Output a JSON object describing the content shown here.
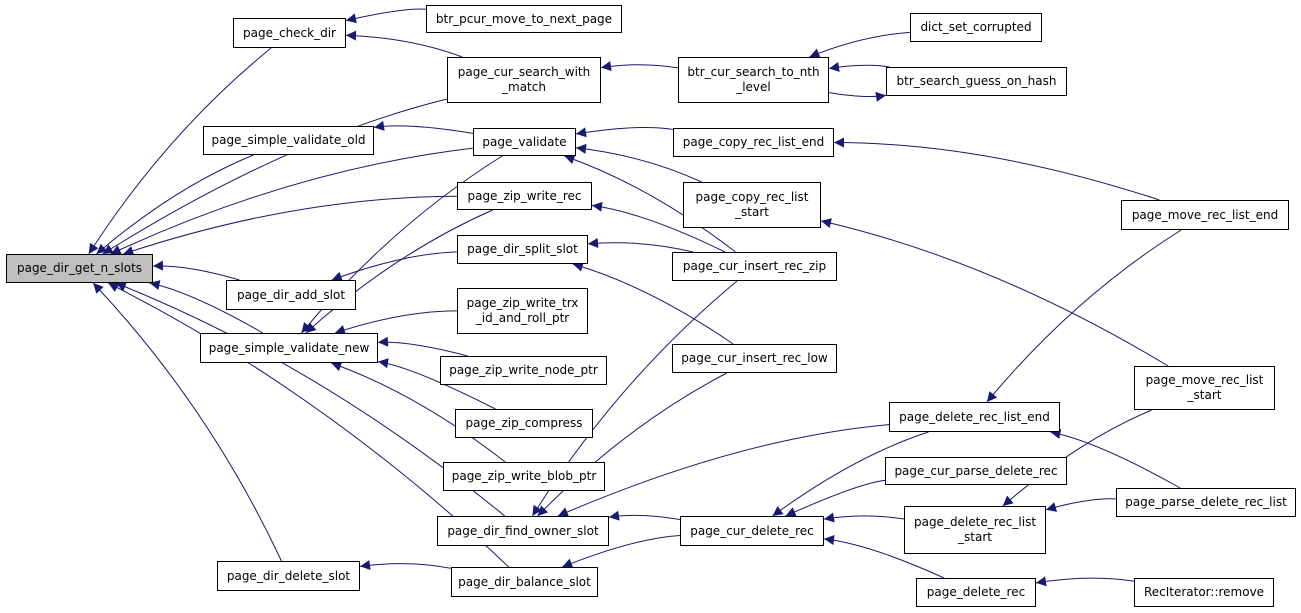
{
  "graph": {
    "root": "n0",
    "colors": {
      "edge": "#191970",
      "root_fill": "#bfbfbf",
      "node_fill": "#ffffff",
      "border": "#000000"
    },
    "nodes": [
      {
        "id": "n0",
        "lines": [
          "page_dir_get_n_slots"
        ]
      },
      {
        "id": "n1",
        "lines": [
          "page_check_dir"
        ]
      },
      {
        "id": "n2",
        "lines": [
          "btr_pcur_move_to_next_page"
        ]
      },
      {
        "id": "n3",
        "lines": [
          "page_cur_search_with",
          "_match"
        ]
      },
      {
        "id": "n4",
        "lines": [
          "btr_cur_search_to_nth",
          "_level"
        ]
      },
      {
        "id": "n5",
        "lines": [
          "dict_set_corrupted"
        ]
      },
      {
        "id": "n6",
        "lines": [
          "btr_search_guess_on_hash"
        ]
      },
      {
        "id": "n7",
        "lines": [
          "page_simple_validate_old"
        ]
      },
      {
        "id": "n8",
        "lines": [
          "page_validate"
        ]
      },
      {
        "id": "n9",
        "lines": [
          "page_copy_rec_list_end"
        ]
      },
      {
        "id": "n10",
        "lines": [
          "page_zip_write_rec"
        ]
      },
      {
        "id": "n11",
        "lines": [
          "page_copy_rec_list",
          "_start"
        ]
      },
      {
        "id": "n12",
        "lines": [
          "page_move_rec_list_end"
        ]
      },
      {
        "id": "n13",
        "lines": [
          "page_dir_split_slot"
        ]
      },
      {
        "id": "n14",
        "lines": [
          "page_cur_insert_rec_zip"
        ]
      },
      {
        "id": "n15",
        "lines": [
          "page_dir_add_slot"
        ]
      },
      {
        "id": "n16",
        "lines": [
          "page_zip_write_trx",
          "_id_and_roll_ptr"
        ]
      },
      {
        "id": "n17",
        "lines": [
          "page_simple_validate_new"
        ]
      },
      {
        "id": "n18",
        "lines": [
          "page_cur_insert_rec_low"
        ]
      },
      {
        "id": "n19",
        "lines": [
          "page_zip_write_node_ptr"
        ]
      },
      {
        "id": "n20",
        "lines": [
          "page_move_rec_list",
          "_start"
        ]
      },
      {
        "id": "n21",
        "lines": [
          "page_zip_compress"
        ]
      },
      {
        "id": "n22",
        "lines": [
          "page_delete_rec_list_end"
        ]
      },
      {
        "id": "n23",
        "lines": [
          "page_cur_parse_delete_rec"
        ]
      },
      {
        "id": "n24",
        "lines": [
          "page_zip_write_blob_ptr"
        ]
      },
      {
        "id": "n25",
        "lines": [
          "page_parse_delete_rec_list"
        ]
      },
      {
        "id": "n26",
        "lines": [
          "page_dir_find_owner_slot"
        ]
      },
      {
        "id": "n27",
        "lines": [
          "page_cur_delete_rec"
        ]
      },
      {
        "id": "n28",
        "lines": [
          "page_delete_rec_list",
          "_start"
        ]
      },
      {
        "id": "n29",
        "lines": [
          "page_dir_delete_slot"
        ]
      },
      {
        "id": "n30",
        "lines": [
          "page_dir_balance_slot"
        ]
      },
      {
        "id": "n31",
        "lines": [
          "page_delete_rec"
        ]
      },
      {
        "id": "n32",
        "lines": [
          "RecIterator::remove"
        ]
      }
    ],
    "edges": [
      [
        "n1",
        "n0"
      ],
      [
        "n7",
        "n0"
      ],
      [
        "n8",
        "n0"
      ],
      [
        "n10",
        "n0"
      ],
      [
        "n15",
        "n0"
      ],
      [
        "n17",
        "n0"
      ],
      [
        "n26",
        "n0"
      ],
      [
        "n29",
        "n0"
      ],
      [
        "n30",
        "n0"
      ],
      [
        "n3",
        "n0"
      ],
      [
        "n2",
        "n1"
      ],
      [
        "n3",
        "n1"
      ],
      [
        "n4",
        "n3"
      ],
      [
        "n5",
        "n4"
      ],
      [
        "n6",
        "n4"
      ],
      [
        "n4",
        "n6"
      ],
      [
        "n8",
        "n7"
      ],
      [
        "n9",
        "n8"
      ],
      [
        "n11",
        "n8"
      ],
      [
        "n14",
        "n8"
      ],
      [
        "n12",
        "n9"
      ],
      [
        "n14",
        "n10"
      ],
      [
        "n13",
        "n15"
      ],
      [
        "n14",
        "n13"
      ],
      [
        "n18",
        "n13"
      ],
      [
        "n20",
        "n11"
      ],
      [
        "n8",
        "n17"
      ],
      [
        "n10",
        "n17"
      ],
      [
        "n16",
        "n17"
      ],
      [
        "n19",
        "n17"
      ],
      [
        "n21",
        "n17"
      ],
      [
        "n24",
        "n17"
      ],
      [
        "n14",
        "n26"
      ],
      [
        "n18",
        "n26"
      ],
      [
        "n22",
        "n26"
      ],
      [
        "n27",
        "n26"
      ],
      [
        "n27",
        "n30"
      ],
      [
        "n30",
        "n29"
      ],
      [
        "n12",
        "n22"
      ],
      [
        "n25",
        "n22"
      ],
      [
        "n22",
        "n27"
      ],
      [
        "n23",
        "n27"
      ],
      [
        "n28",
        "n27"
      ],
      [
        "n31",
        "n27"
      ],
      [
        "n20",
        "n28"
      ],
      [
        "n25",
        "n28"
      ],
      [
        "n32",
        "n31"
      ]
    ]
  }
}
